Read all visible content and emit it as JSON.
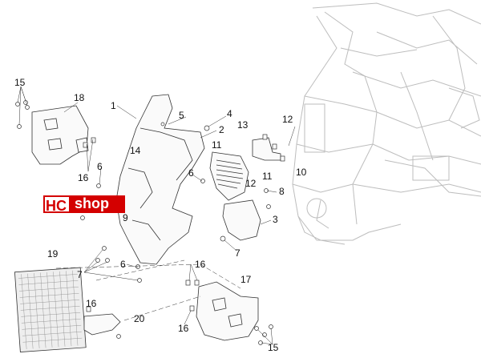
{
  "logo": {
    "part1": "HC",
    "part2": "shop",
    "tagline": ""
  },
  "callouts": [
    {
      "id": "c15a",
      "text": "15"
    },
    {
      "id": "c18",
      "text": "18"
    },
    {
      "id": "c1",
      "text": "1"
    },
    {
      "id": "c5",
      "text": "5"
    },
    {
      "id": "c4",
      "text": "4"
    },
    {
      "id": "c2",
      "text": "2"
    },
    {
      "id": "c13",
      "text": "13"
    },
    {
      "id": "c12a",
      "text": "12"
    },
    {
      "id": "c14",
      "text": "14"
    },
    {
      "id": "c11a",
      "text": "11"
    },
    {
      "id": "c16a",
      "text": "16"
    },
    {
      "id": "c6a",
      "text": "6"
    },
    {
      "id": "c6b",
      "text": "6"
    },
    {
      "id": "c11b",
      "text": "11"
    },
    {
      "id": "c10",
      "text": "10"
    },
    {
      "id": "c12b",
      "text": "12"
    },
    {
      "id": "c8",
      "text": "8"
    },
    {
      "id": "c9",
      "text": "9"
    },
    {
      "id": "c3",
      "text": "3"
    },
    {
      "id": "c7a",
      "text": "7"
    },
    {
      "id": "c19",
      "text": "19"
    },
    {
      "id": "c16b",
      "text": "16"
    },
    {
      "id": "c6c",
      "text": "6"
    },
    {
      "id": "c7b",
      "text": "7"
    },
    {
      "id": "c17",
      "text": "17"
    },
    {
      "id": "c16c",
      "text": "16"
    },
    {
      "id": "c20",
      "text": "20"
    },
    {
      "id": "c16d",
      "text": "16"
    },
    {
      "id": "c15b",
      "text": "15"
    }
  ],
  "colors": {
    "line": "#333333",
    "frame": "#bdbdbd",
    "brand": "#d40000"
  }
}
